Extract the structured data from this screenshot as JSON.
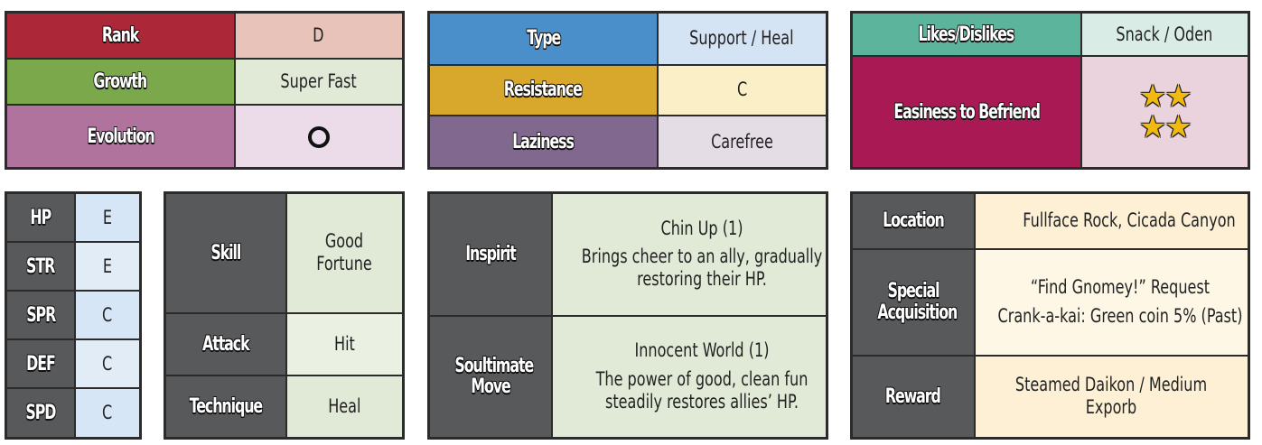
{
  "basics": {
    "rank_label": "Rank",
    "rank_value": "D",
    "growth_label": "Growth",
    "growth_value": "Super Fast",
    "evolution_label": "Evolution",
    "evolution_value_icon": "circle-icon"
  },
  "type": {
    "type_label": "Type",
    "type_value": "Support / Heal",
    "resistance_label": "Resistance",
    "resistance_value": "C",
    "laziness_label": "Laziness",
    "laziness_value": "Carefree"
  },
  "social": {
    "likes_label": "Likes/Dislikes",
    "likes_value": "Snack / Oden",
    "easiness_label": "Easiness to Befriend",
    "easiness_stars": 4
  },
  "stats": [
    {
      "label": "HP",
      "value": "E"
    },
    {
      "label": "STR",
      "value": "E"
    },
    {
      "label": "SPR",
      "value": "C"
    },
    {
      "label": "DEF",
      "value": "C"
    },
    {
      "label": "SPD",
      "value": "C"
    }
  ],
  "abilities": {
    "skill_label": "Skill",
    "skill_value": "Good Fortune",
    "attack_label": "Attack",
    "attack_value": "Hit",
    "technique_label": "Technique",
    "technique_value": "Heal"
  },
  "moves": {
    "inspirit_label": "Inspirit",
    "inspirit_name": "Chin Up (1)",
    "inspirit_desc": "Brings cheer to an ally, gradually restoring their HP.",
    "soultimate_label": "Soultimate Move",
    "soultimate_name": "Innocent World (1)",
    "soultimate_desc": "The power of good, clean fun steadily restores allies’ HP."
  },
  "acquisition": {
    "location_label": "Location",
    "location_value": "Fullface Rock, Cicada Canyon",
    "special_label": "Special Acquisition",
    "special_line1": "“Find Gnomey!” Request",
    "special_line2": "Crank-a-kai: Green coin 5% (Past)",
    "reward_label": "Reward",
    "reward_value": "Steamed Daikon / Medium Exporb"
  },
  "colors": {
    "rank": "#ac2737",
    "rank_value": "#e8c3ba",
    "growth": "#7aa84a",
    "growth_value": "#e1ead6",
    "evolution": "#b0739d",
    "evolution_value": "#ecdbe8",
    "type": "#4a8fc9",
    "type_value": "#d5e4f4",
    "resistance": "#d7a82c",
    "resistance_value": "#fbefc7",
    "laziness": "#80688e",
    "laziness_value": "#e5dde6",
    "likes": "#5db49d",
    "likes_value": "#d9ede6",
    "easiness": "#a91a55",
    "easiness_value": "#ead3dc",
    "stat_label": "#58595b",
    "stat_value": "#d7e6f6",
    "ability_value": "#e1ead6",
    "move_value": "#e1ead6",
    "acq_value": "#fdf0d5"
  }
}
